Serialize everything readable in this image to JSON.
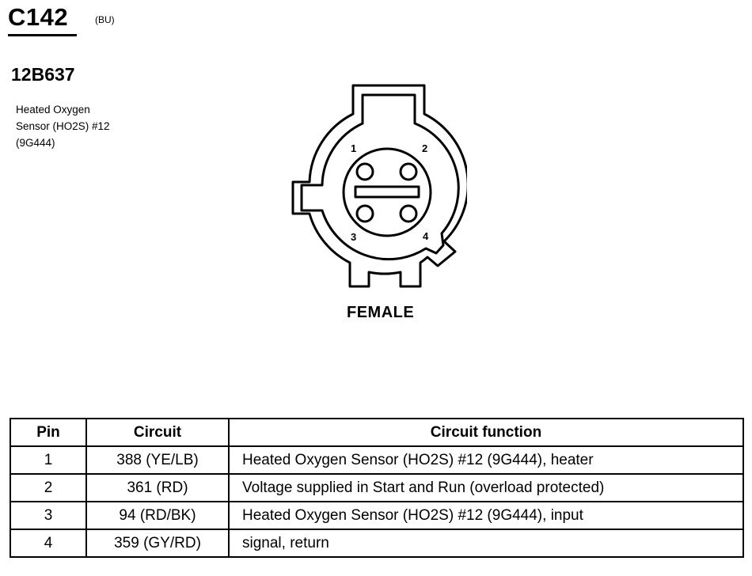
{
  "connector": {
    "id": "C142",
    "color_code": "(BU)",
    "part_number": "12B637",
    "description_lines": [
      "Heated Oxygen",
      "Sensor (HO2S) #12",
      "(9G444)"
    ],
    "gender": "FEMALE",
    "pin_labels": [
      "1",
      "2",
      "3",
      "4"
    ]
  },
  "table": {
    "headers": [
      "Pin",
      "Circuit",
      "Circuit function"
    ],
    "rows": [
      {
        "pin": "1",
        "circuit": "388 (YE/LB)",
        "function": "Heated Oxygen Sensor (HO2S) #12 (9G444), heater"
      },
      {
        "pin": "2",
        "circuit": "361 (RD)",
        "function": "Voltage supplied in Start and Run (overload protected)"
      },
      {
        "pin": "3",
        "circuit": "94 (RD/BK)",
        "function": "Heated Oxygen Sensor (HO2S) #12 (9G444), input"
      },
      {
        "pin": "4",
        "circuit": "359 (GY/RD)",
        "function": "signal, return"
      }
    ]
  }
}
